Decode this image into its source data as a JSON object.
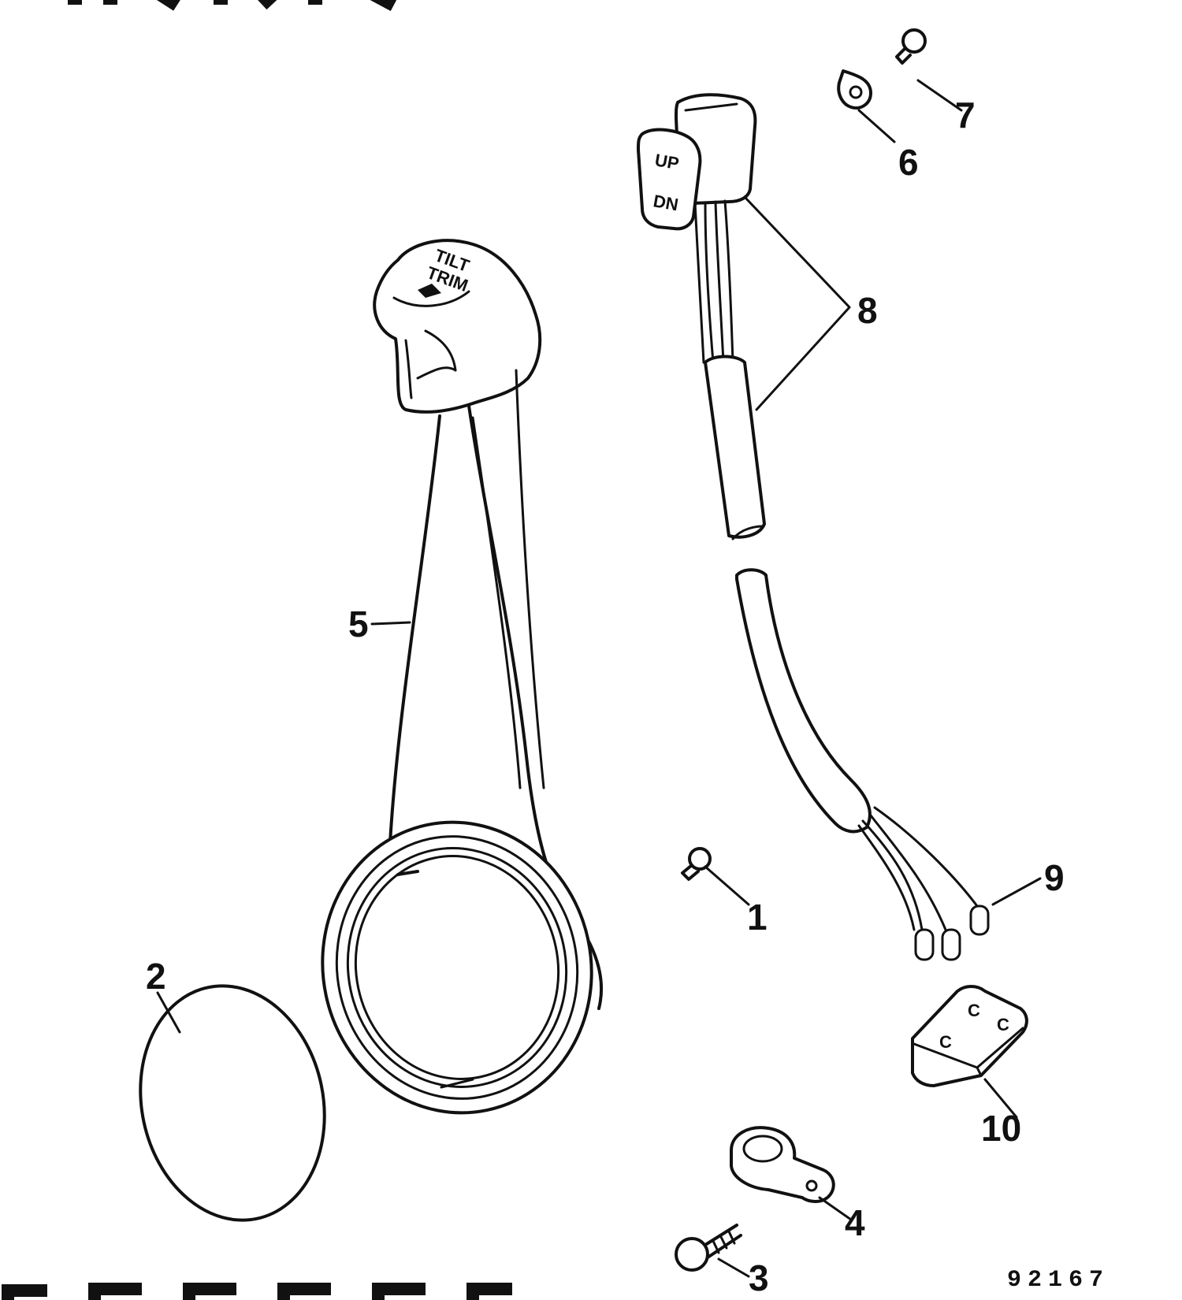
{
  "drawing_number": "92167",
  "callouts": {
    "c1": "1",
    "c2": "2",
    "c3": "3",
    "c4": "4",
    "c5": "5",
    "c6": "6",
    "c7": "7",
    "c8": "8",
    "c9": "9",
    "c10": "10"
  },
  "handle_text": {
    "line1": "TILT",
    "line2": "TRIM"
  },
  "switch_text": {
    "up": "UP",
    "dn": "DN"
  }
}
